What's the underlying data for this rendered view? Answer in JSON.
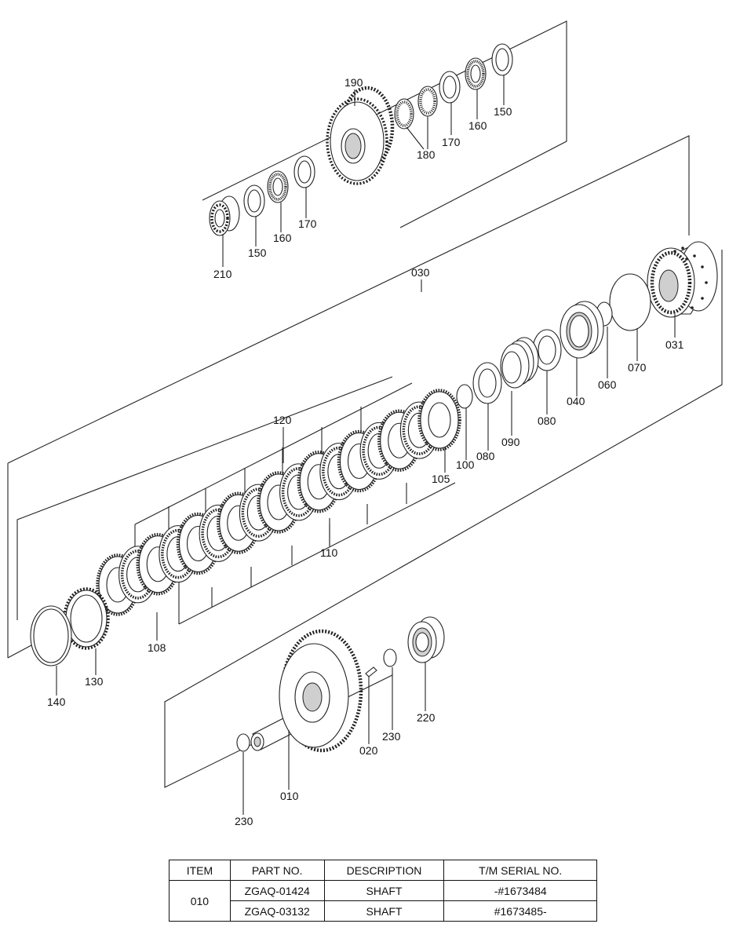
{
  "callouts": {
    "c190": "190",
    "c180": "180",
    "c170a": "170",
    "c160a": "160",
    "c150a": "150",
    "c210": "210",
    "c150b": "150",
    "c160b": "160",
    "c170b": "170",
    "c030": "030",
    "c031": "031",
    "c070": "070",
    "c060": "060",
    "c040": "040",
    "c080a": "080",
    "c090": "090",
    "c080b": "080",
    "c100": "100",
    "c105": "105",
    "c120": "120",
    "c110": "110",
    "c108": "108",
    "c130": "130",
    "c140": "140",
    "c220": "220",
    "c230a": "230",
    "c020": "020",
    "c010": "010",
    "c230b": "230"
  },
  "table": {
    "headers": [
      "ITEM",
      "PART NO.",
      "DESCRIPTION",
      "T/M SERIAL NO."
    ],
    "item": "010",
    "rows": [
      {
        "part_no": "ZGAQ-01424",
        "description": "SHAFT",
        "serial": "-#1673484"
      },
      {
        "part_no": "ZGAQ-03132",
        "description": "SHAFT",
        "serial": "#1673485-"
      }
    ]
  }
}
